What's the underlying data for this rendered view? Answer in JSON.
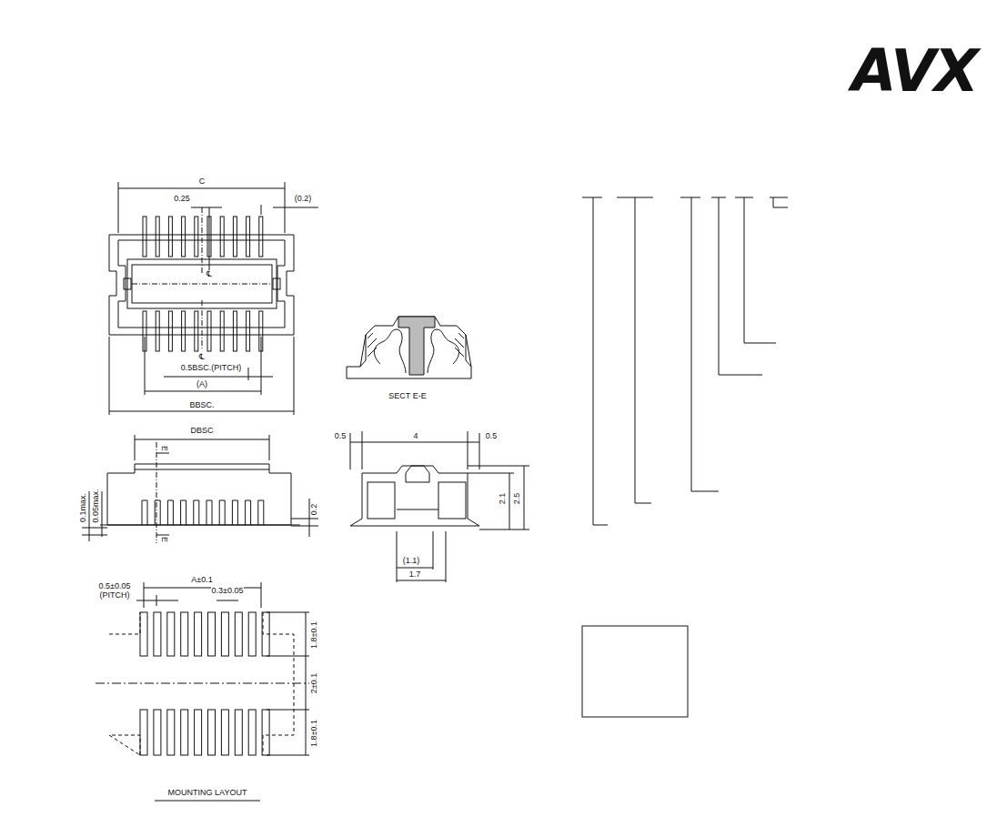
{
  "diagram": {
    "labels": [
      "AVX",
      "C",
      "0.25",
      "(0.2)",
      "℄",
      "℄",
      "0.5BSC.(PITCH)",
      "(A)",
      "BBSC.",
      "SECT E-E",
      "DBSC",
      "E",
      "E",
      "0.1max.",
      "0.05max.",
      "0.2",
      "0.5",
      "4",
      "0.5",
      "2.1",
      "2.5",
      "(1.1)",
      "1.7",
      "0.5±0.05 (PITCH)",
      "A±0.1",
      "0.3±0.05",
      "1.8±0.1",
      "2±0.1",
      "1.8±0.1",
      "MOUNTING LAYOUT"
    ]
  }
}
